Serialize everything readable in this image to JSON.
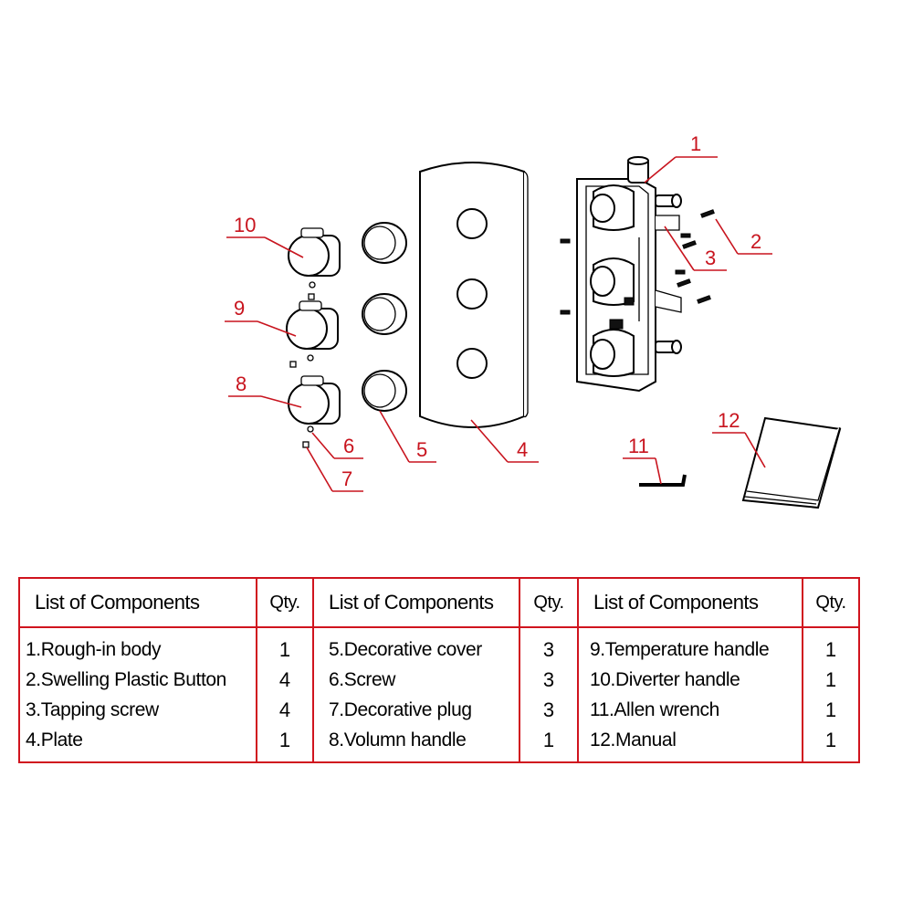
{
  "callouts": [
    "1",
    "2",
    "3",
    "4",
    "5",
    "6",
    "7",
    "8",
    "9",
    "10",
    "11",
    "12"
  ],
  "table": {
    "groups": [
      {
        "header": "List of Components",
        "qty_header": "Qty.",
        "items": [
          {
            "name": "1.Rough-in body",
            "qty": "1"
          },
          {
            "name": "2.Swelling Plastic Button",
            "qty": "4"
          },
          {
            "name": "3.Tapping screw",
            "qty": "4"
          },
          {
            "name": "4.Plate",
            "qty": "1"
          }
        ]
      },
      {
        "header": "List of Components",
        "qty_header": "Qty.",
        "items": [
          {
            "name": "5.Decorative cover",
            "qty": "3"
          },
          {
            "name": "6.Screw",
            "qty": "3"
          },
          {
            "name": "7.Decorative plug",
            "qty": "3"
          },
          {
            "name": "8.Volumn handle",
            "qty": "1"
          }
        ]
      },
      {
        "header": "List of Components",
        "qty_header": "Qty.",
        "items": [
          {
            "name": "9.Temperature handle",
            "qty": "1"
          },
          {
            "name": "10.Diverter handle",
            "qty": "1"
          },
          {
            "name": "11.Allen wrench",
            "qty": "1"
          },
          {
            "name": "12.Manual",
            "qty": "1"
          }
        ]
      }
    ]
  },
  "colors": {
    "callout": "#c8141e",
    "table_border": "#d0141e",
    "line": "#000000"
  }
}
